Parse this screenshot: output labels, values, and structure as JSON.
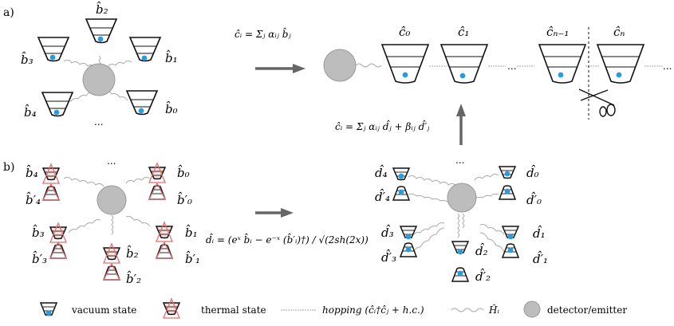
{
  "panels": {
    "a": {
      "label": "a)",
      "left_modes": [
        "b̂₂",
        "b̂₁",
        "b̂₀",
        "b̂₃",
        "b̂₄"
      ],
      "left_ellipsis": "...",
      "transform_eq": "ĉᵢ = Σⱼ αᵢⱼ b̂ⱼ",
      "chain_modes": [
        "ĉ₀",
        "ĉ₁",
        "ĉₙ₋₁",
        "ĉₙ"
      ],
      "chain_ellipsis": "...",
      "chain_tail_ellipsis": "...",
      "up_eq": "ĉᵢ = Σⱼ αᵢⱼ d̂ⱼ + βᵢⱼ d̂′ⱼ"
    },
    "b": {
      "label": "b)",
      "left_modes": [
        "b̂₄",
        "b̂′₄",
        "b̂₀",
        "b̂′₀",
        "b̂₃",
        "b̂′₃",
        "b̂₂",
        "b̂′₂",
        "b̂₁",
        "b̂′₁"
      ],
      "left_ellipsis": "...",
      "transform_eq": "d̂ᵢ = (eˣ b̂ᵢ − e⁻ˣ (b̂′ᵢ)†) / √(2sh(2x))",
      "right_modes": [
        "d̂₄",
        "d̂′₄",
        "d̂₀",
        "d̂′₀",
        "d̂₃",
        "d̂′₃",
        "d̂₂",
        "d̂′₂",
        "d̂₁",
        "d̂′₁"
      ],
      "right_ellipsis": "..."
    }
  },
  "legend": {
    "vacuum": "vacuum state",
    "thermal": "thermal state",
    "hopping": "hopping (ĉᵢ†ĉⱼ + h.c.)",
    "hi": "Ĥᵢ",
    "detector": "detector/emitter"
  },
  "colors": {
    "node": "#bdbdbd",
    "particle": "#2b9be0",
    "thermal": "#e07070",
    "arrow": "#666666"
  }
}
